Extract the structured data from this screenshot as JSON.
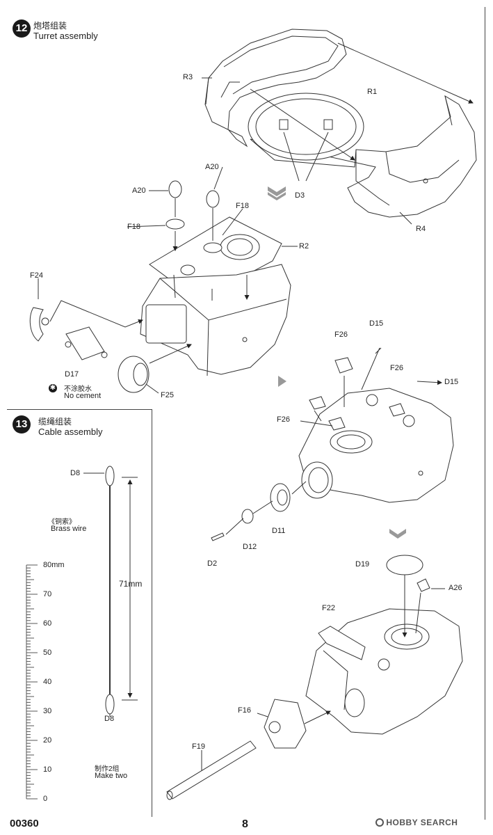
{
  "step12": {
    "number": "12",
    "title_cn": "炮塔组装",
    "title_en": "Turret assembly",
    "parts": [
      "R3",
      "R1",
      "D3",
      "R4",
      "A20",
      "A20",
      "F18",
      "F18",
      "R2",
      "F24",
      "D17",
      "F25"
    ],
    "note_cn": "不涂胶水",
    "note_en": "No cement"
  },
  "step13": {
    "number": "13",
    "title_cn": "缆绳组装",
    "title_en": "Cable assembly",
    "wire_cn": "《铜索》",
    "wire_en": "Brass wire",
    "top_part": "D8",
    "bottom_part": "D8",
    "length": "71mm",
    "ruler_labels": [
      "80mm",
      "70",
      "60",
      "50",
      "40",
      "30",
      "20",
      "10",
      "0"
    ],
    "make_cn": "制作2组",
    "make_en": "Make two"
  },
  "step_right": {
    "parts_mid": [
      "D15",
      "F26",
      "F26",
      "D15",
      "F26",
      "D11",
      "D12",
      "D2"
    ],
    "parts_bottom": [
      "D19",
      "A26",
      "F22",
      "F16",
      "F19"
    ]
  },
  "footer": {
    "code": "00360",
    "page": "8",
    "watermark": "HOBBY SEARCH"
  }
}
